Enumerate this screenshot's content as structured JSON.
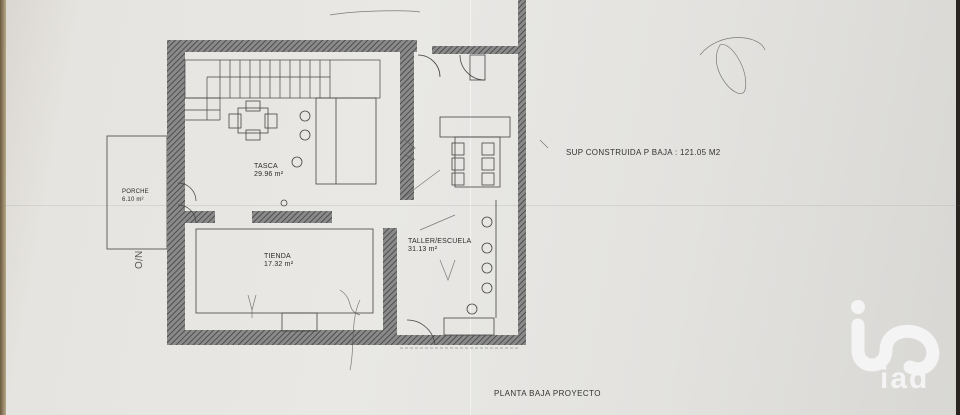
{
  "drawing": {
    "title": "PLANTA BAJA PROYECTO",
    "total_area_label": "SUP CONSTRUIDA P BAJA : 121.05 M2"
  },
  "rooms": [
    {
      "name": "TASCA",
      "area": "29.96 m²"
    },
    {
      "name": "TIENDA",
      "area": "17.32 m²"
    },
    {
      "name": "PORCHE",
      "area": "6.10 m²"
    },
    {
      "name": "TALLER/ESCUELA",
      "area": "31.13 m²"
    }
  ],
  "annotations": {
    "handwritten_note": "N/O"
  },
  "watermark": {
    "brand": "iad",
    "color": "#f4f4f4"
  },
  "colors": {
    "paper": "#e8e7e4",
    "wall_hatch": "#5a5a5a",
    "line": "#3a3a3a"
  }
}
